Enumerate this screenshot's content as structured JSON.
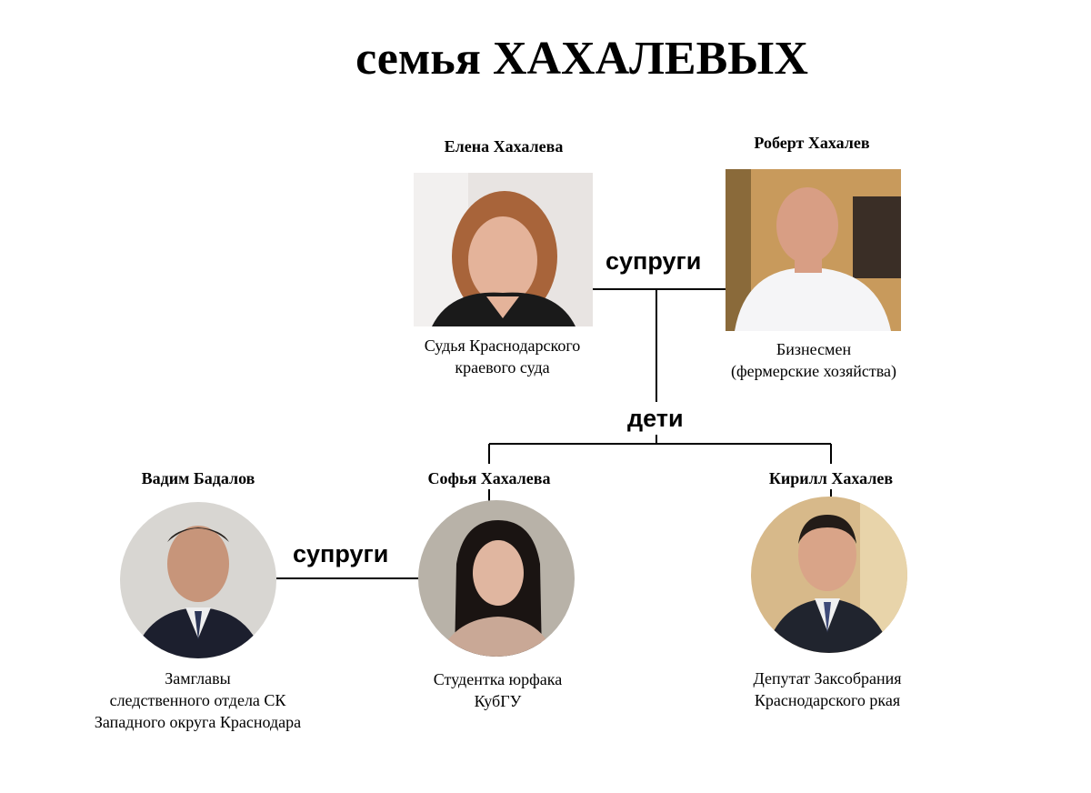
{
  "title": "семья ХАХАЛЕВЫХ",
  "relations": {
    "spouses_top": "супруги",
    "children": "дети",
    "spouses_bottom": "супруги"
  },
  "people": {
    "elena": {
      "name": "Елена Хахалева",
      "desc_line1": "Судья Краснодарского",
      "desc_line2": "краевого суда"
    },
    "robert": {
      "name": "Роберт Хахалев",
      "desc_line1": "Бизнесмен",
      "desc_line2": "(фермерские хозяйства)"
    },
    "vadim": {
      "name": "Вадим Бадалов",
      "desc_line1": "Замглавы",
      "desc_line2": "следственного отдела СК",
      "desc_line3": "Западного округа Краснодара"
    },
    "sofia": {
      "name": "Софья Хахалева",
      "desc_line1": "Студентка юрфака",
      "desc_line2": "КубГУ"
    },
    "kirill": {
      "name": "Кирилл Хахалев",
      "desc_line1": "Депутат Заксобрания",
      "desc_line2": "Краснодарского ркая"
    }
  }
}
